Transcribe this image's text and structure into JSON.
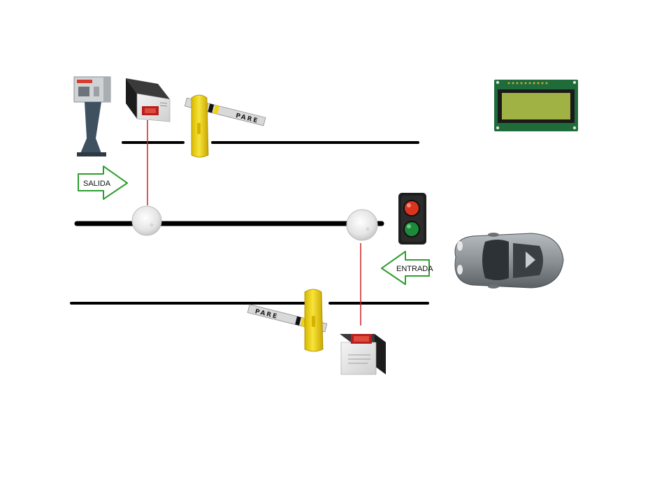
{
  "labels": {
    "exit_arrow": "SALIDA",
    "entry_arrow": "ENTRADA",
    "barrier_sign_top": "PARE",
    "barrier_sign_bottom": "PARE"
  },
  "colors": {
    "lane_line": "#000000",
    "sensor_wire": "#cc2222",
    "arrow_outline": "#2e9e2e",
    "barrier_yellow": "#f2d20a",
    "lcd_green": "#9fb243",
    "lcd_board": "#1f6b3a",
    "car_body": "#8c9196",
    "light_red": "#d9341f",
    "light_green": "#1d8a3a"
  },
  "icons": {
    "ticket_machine": "ticket-kiosk-icon",
    "card_reader": "card-reader-icon",
    "barrier_gate": "barrier-gate-icon",
    "loop_sensor": "loop-detector-icon",
    "traffic_light": "traffic-light-icon",
    "lcd_display": "lcd-display-icon",
    "car": "car-icon"
  }
}
